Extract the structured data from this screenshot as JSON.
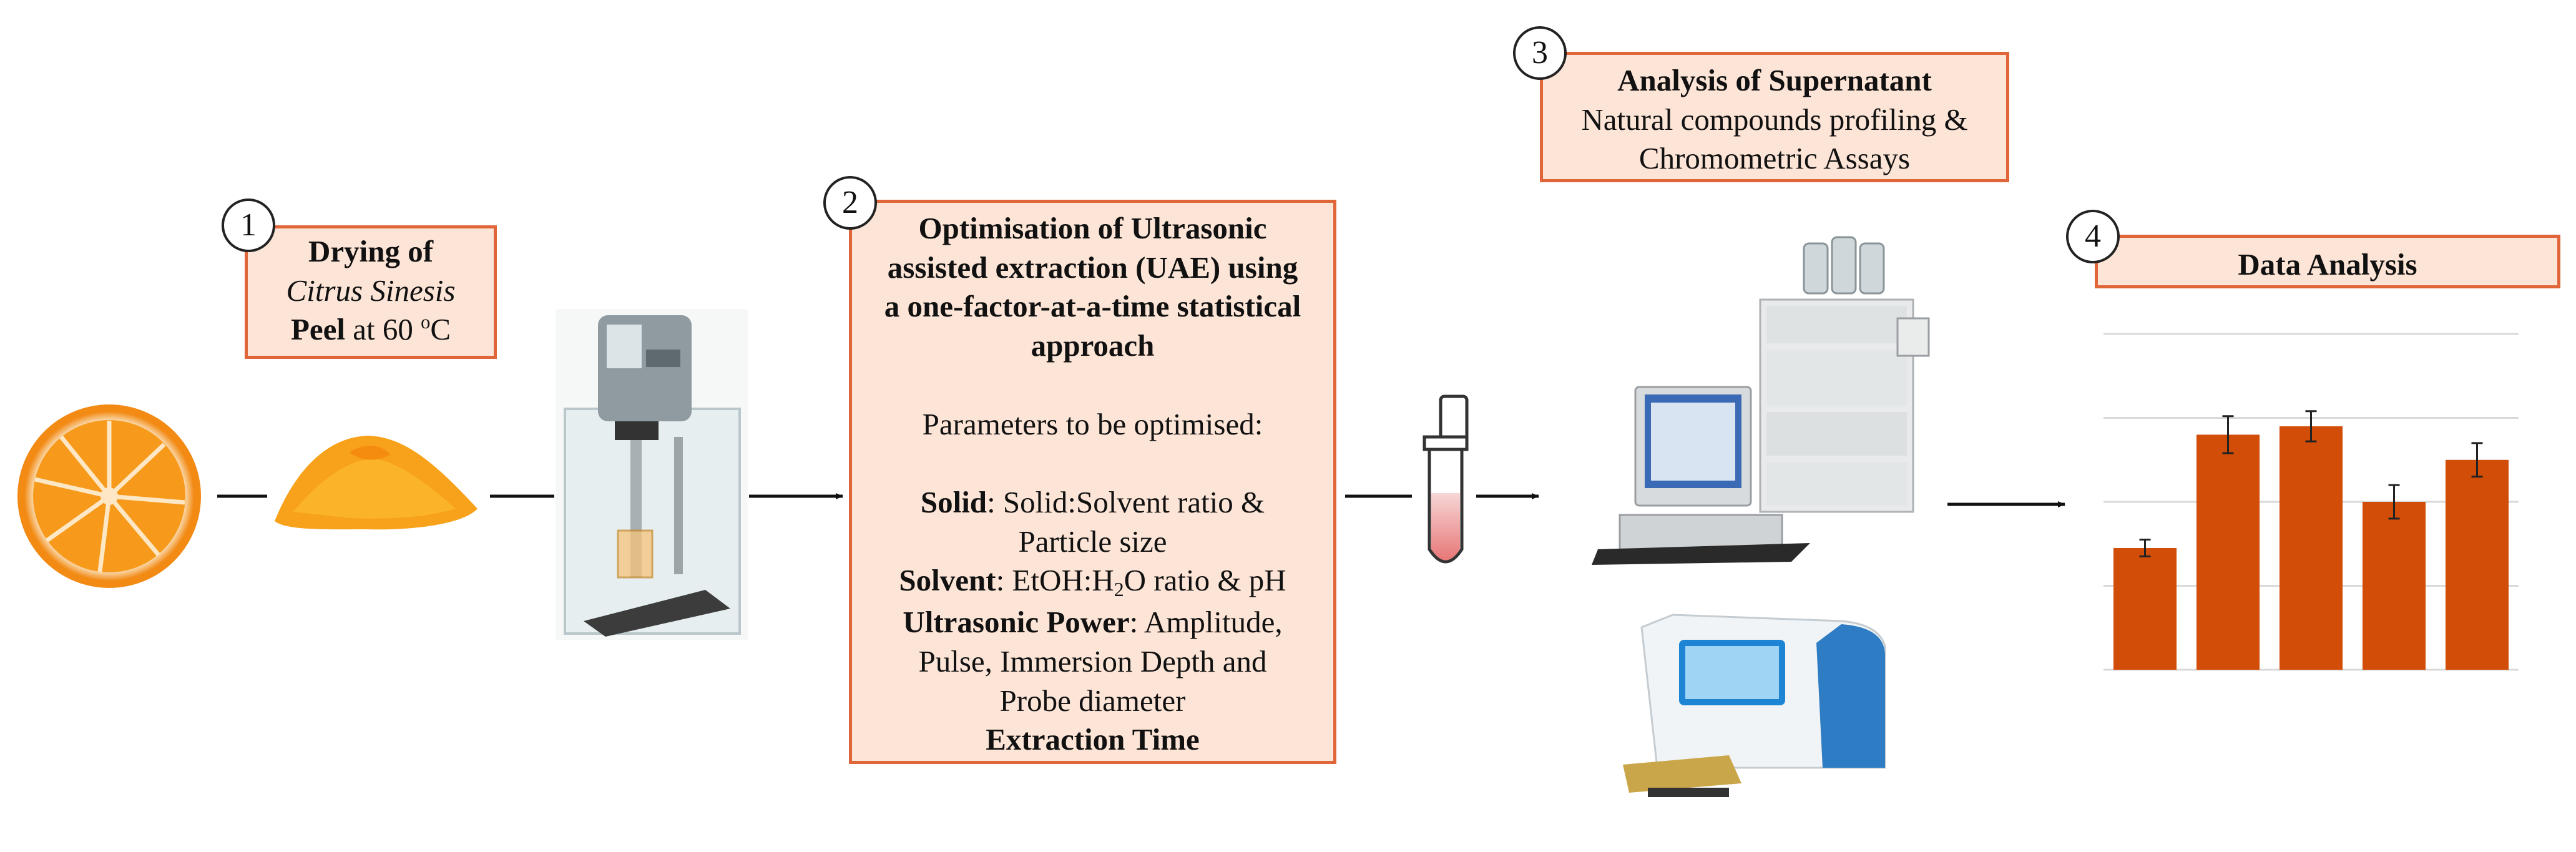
{
  "steps": [
    {
      "number": "1",
      "lines": [
        {
          "parts": [
            {
              "t": "Drying of",
              "b": true
            }
          ]
        },
        {
          "parts": [
            {
              "t": "Citrus Sinesis",
              "i": true
            }
          ]
        },
        {
          "parts": [
            {
              "t": "Peel",
              "b": true
            },
            {
              "t": " at 60 "
            },
            {
              "t": "o",
              "sup": true
            },
            {
              "t": "C"
            }
          ]
        }
      ]
    },
    {
      "number": "2",
      "lines": [
        {
          "parts": [
            {
              "t": "Optimisation of Ultrasonic",
              "b": true
            }
          ]
        },
        {
          "parts": [
            {
              "t": "assisted extraction (UAE) using",
              "b": true
            }
          ]
        },
        {
          "parts": [
            {
              "t": "a one-factor-at-a-time statistical",
              "b": true
            }
          ]
        },
        {
          "parts": [
            {
              "t": "approach",
              "b": true
            }
          ]
        },
        {
          "parts": [
            {
              "t": " "
            }
          ]
        },
        {
          "parts": [
            {
              "t": "Parameters to be optimised:"
            }
          ]
        },
        {
          "parts": [
            {
              "t": " "
            }
          ]
        },
        {
          "parts": [
            {
              "t": "Solid",
              "b": true
            },
            {
              "t": ": Solid:Solvent ratio &"
            }
          ]
        },
        {
          "parts": [
            {
              "t": "Particle size"
            }
          ]
        },
        {
          "parts": [
            {
              "t": "Solvent",
              "b": true
            },
            {
              "t": ": EtOH:H"
            },
            {
              "t": "2",
              "sub": true
            },
            {
              "t": "O ratio & pH"
            }
          ]
        },
        {
          "parts": [
            {
              "t": "Ultrasonic Power",
              "b": true
            },
            {
              "t": ": Amplitude,"
            }
          ]
        },
        {
          "parts": [
            {
              "t": "Pulse, Immersion Depth and"
            }
          ]
        },
        {
          "parts": [
            {
              "t": "Probe diameter"
            }
          ]
        },
        {
          "parts": [
            {
              "t": "Extraction Time",
              "b": true
            }
          ]
        }
      ]
    },
    {
      "number": "3",
      "lines": [
        {
          "parts": [
            {
              "t": "Analysis of Supernatant",
              "b": true
            }
          ]
        },
        {
          "parts": [
            {
              "t": "Natural compounds profiling &"
            }
          ]
        },
        {
          "parts": [
            {
              "t": "Chromometric Assays"
            }
          ]
        }
      ]
    },
    {
      "number": "4",
      "lines": [
        {
          "parts": [
            {
              "t": "Data Analysis",
              "b": true
            }
          ]
        }
      ]
    }
  ],
  "icons": [
    "orange-slice-icon",
    "orange-powder-icon",
    "ultrasonic-processor-icon",
    "sample-tube-icon",
    "hplc-system-icon",
    "microplate-reader-icon",
    "bar-chart-icon"
  ],
  "chart_data": {
    "type": "bar",
    "categories": [
      "",
      "",
      "",
      "",
      ""
    ],
    "values": [
      1.45,
      2.8,
      2.9,
      2.0,
      2.5
    ],
    "errors": [
      0.1,
      0.22,
      0.18,
      0.2,
      0.2
    ],
    "ylim": [
      0,
      4
    ],
    "grid": true,
    "color": "#d14d08"
  },
  "colors": {
    "box_fill": "#fce4d6",
    "box_border": "#e0663a",
    "orange": "#f7931e",
    "bar": "#d14d08"
  }
}
